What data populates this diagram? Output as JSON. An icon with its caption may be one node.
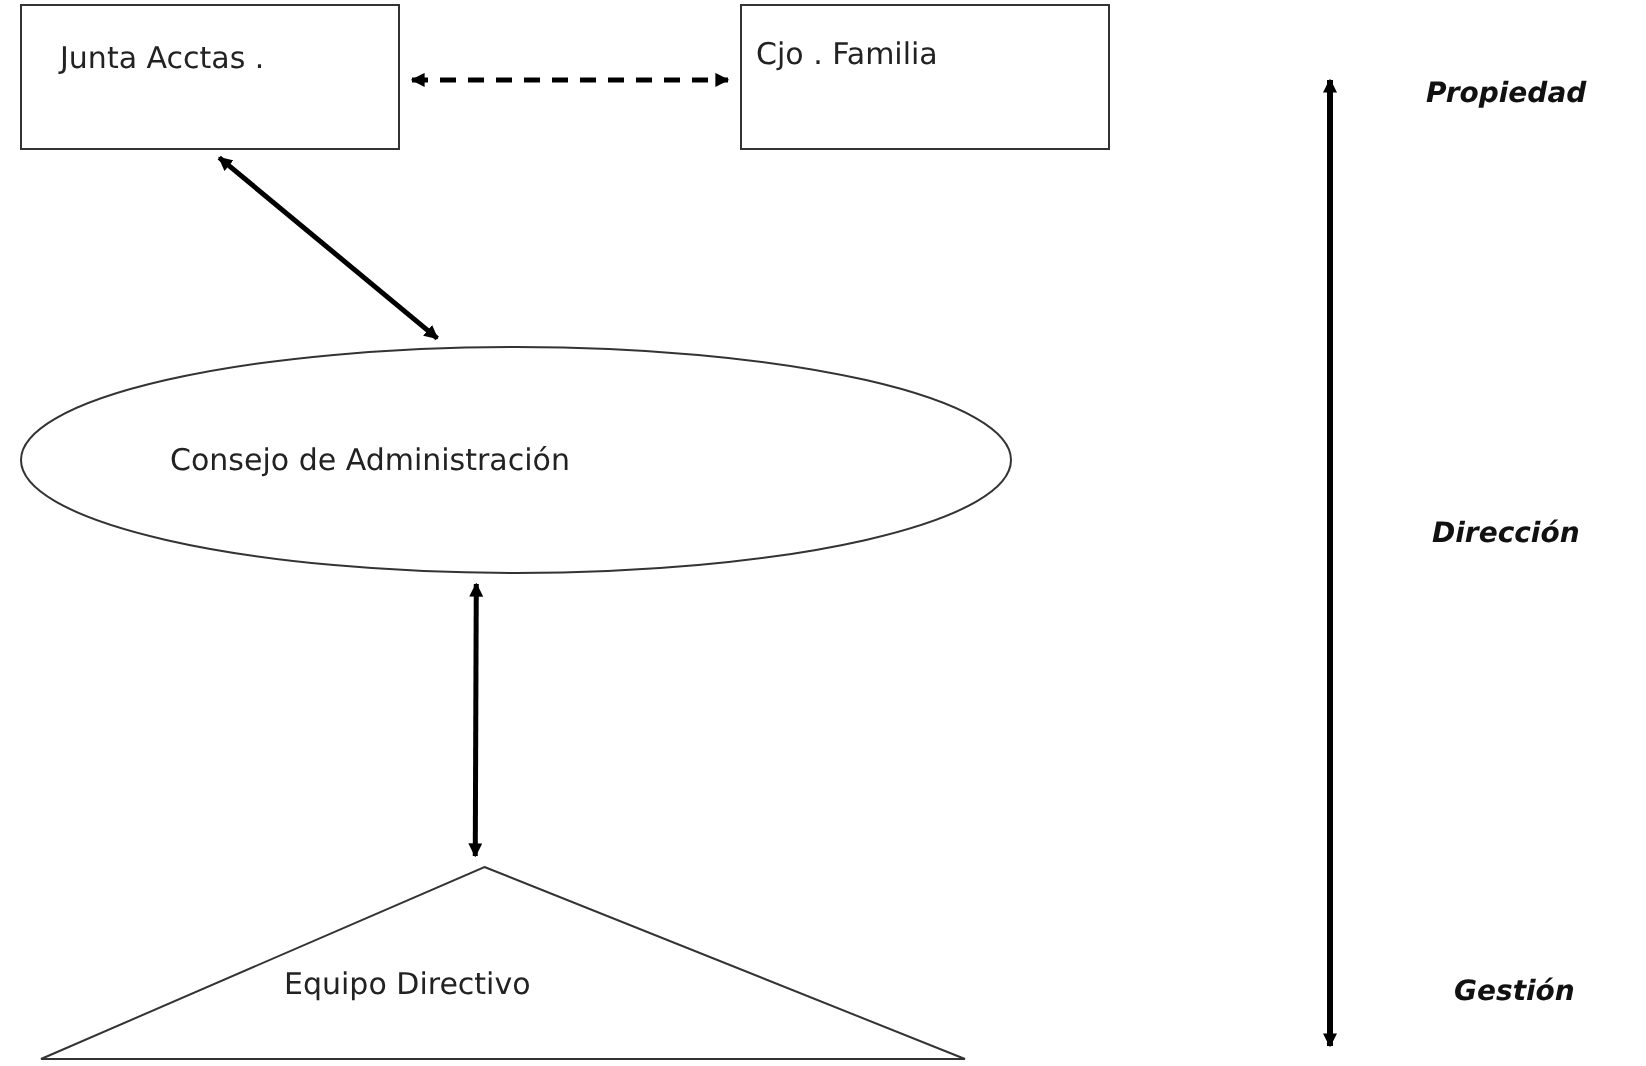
{
  "diagram": {
    "nodes": [
      {
        "text": [
          "Junta Acctas ."
        ]
      },
      {
        "text": [
          "Cjo . Familia"
        ]
      },
      {
        "text": [
          "Consejo de Administración"
        ]
      },
      {
        "text": [
          "Equipo Directivo"
        ]
      }
    ],
    "edges": [
      {
        "from": 0,
        "to": 1,
        "arrow": "both",
        "style": "dashed"
      },
      {
        "from": 0,
        "to": 2,
        "arrow": "both"
      },
      {
        "from": 2,
        "to": 3,
        "arrow": "both"
      }
    ],
    "labels": [
      "Propiedad",
      "Dirección",
      "Gestión"
    ]
  }
}
